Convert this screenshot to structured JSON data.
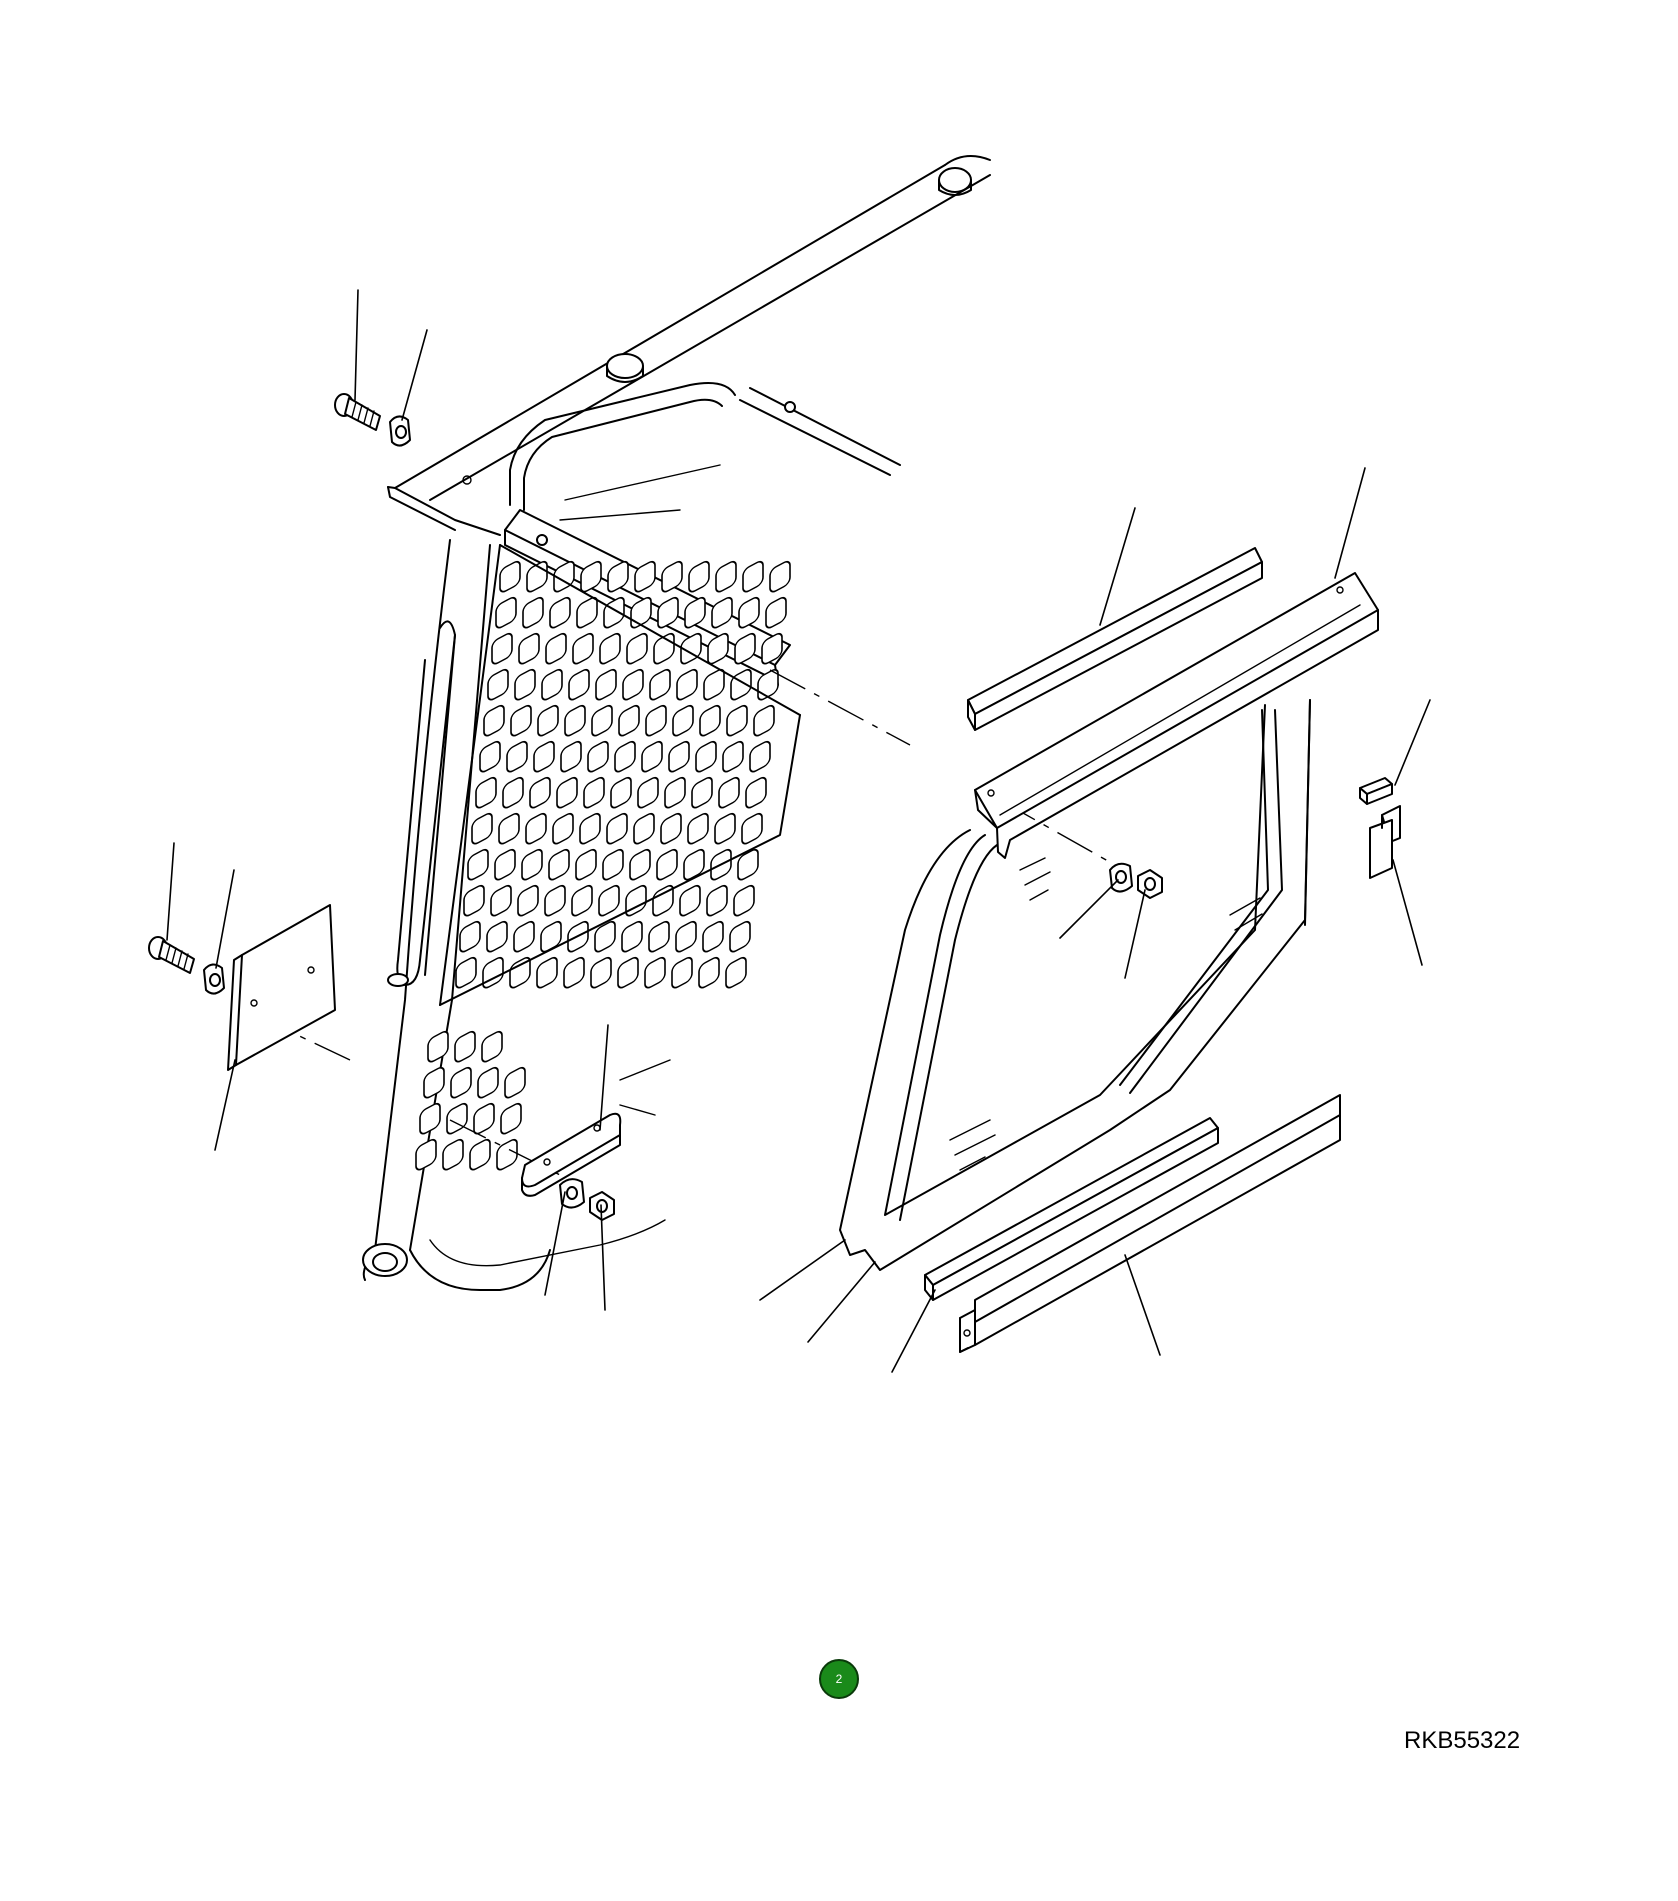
{
  "badge": {
    "label": "2",
    "color": "#1a8a1a"
  },
  "reference_code": "RKB55322",
  "icons": [
    "callout-badge"
  ]
}
